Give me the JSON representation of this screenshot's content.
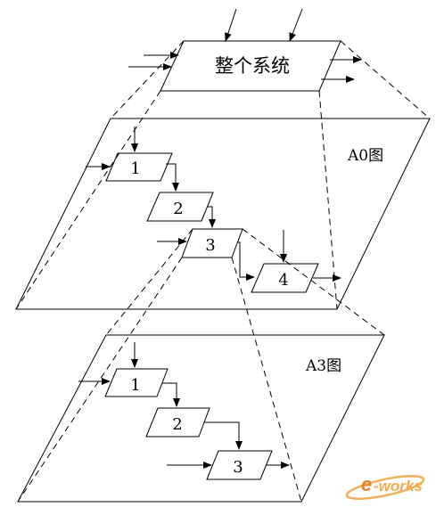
{
  "top": {
    "label": "整个系统"
  },
  "a0": {
    "title": "A0图",
    "boxes": [
      "1",
      "2",
      "3",
      "4"
    ]
  },
  "a3": {
    "title": "A3图",
    "boxes": [
      "1",
      "2",
      "3"
    ]
  },
  "watermark": {
    "e": "e",
    "rest": "-works"
  }
}
